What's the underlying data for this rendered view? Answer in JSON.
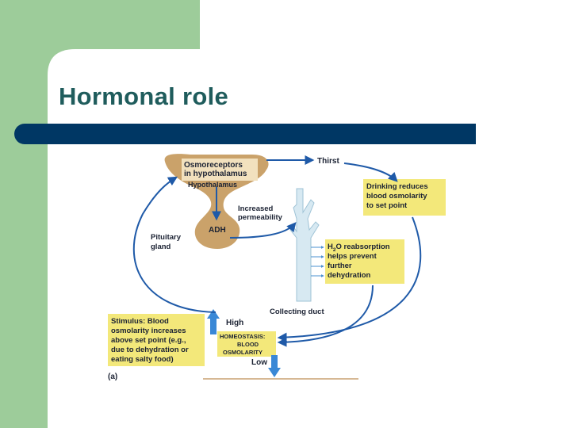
{
  "slide": {
    "title": "Hormonal role",
    "colors": {
      "sidebar": "#9dcc9a",
      "bar": "#003764",
      "title": "#1f5c5c",
      "tan": "#caa26a",
      "box": "#f3e87a",
      "arrow": "#1f5aa8"
    }
  },
  "diagram": {
    "osmoreceptors_line1": "Osmoreceptors",
    "osmoreceptors_line2": "in hypothalamus",
    "hypothalamus": "Hypothalamus",
    "adh": "ADH",
    "pituitary_line1": "Pituitary",
    "pituitary_line2": "gland",
    "increased_line1": "Increased",
    "increased_line2": "permeability",
    "thirst": "Thirst",
    "drinking_line1": "Drinking reduces",
    "drinking_line2": "blood osmolarity",
    "drinking_line3": "to set point",
    "reabsorption_h": "H",
    "reabsorption_sub": "2",
    "reabsorption_rest": "O reabsorption",
    "reabsorption_line2": "helps prevent",
    "reabsorption_line3": "further",
    "reabsorption_line4": "dehydration",
    "collecting_duct": "Collecting duct",
    "stimulus_bold": "Stimulus:",
    "stimulus_rest": " Blood",
    "stimulus_line2": "osmolarity increases",
    "stimulus_line3": "above set point (e.g.,",
    "stimulus_line4": "due to dehydration or",
    "stimulus_line5": "eating salty food)",
    "high": "High",
    "low": "Low",
    "homeostasis_line1": "HOMEOSTASIS:",
    "homeostasis_line2": "BLOOD",
    "homeostasis_line3": "OSMOLARITY",
    "panel_label": "(a)"
  }
}
